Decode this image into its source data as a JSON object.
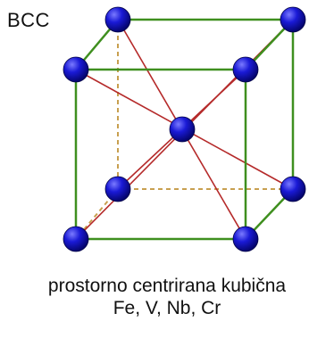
{
  "title": "BCC",
  "caption": {
    "line1": "prostorno centrirana kubična",
    "line2": "Fe, V, Nb, Cr"
  },
  "colors": {
    "edge": "#3f8f1f",
    "hidden_edge": "#c8a050",
    "diagonal": "#b52a2a",
    "atom": "#1111cc",
    "atom_highlight": "#6a6aff"
  }
}
